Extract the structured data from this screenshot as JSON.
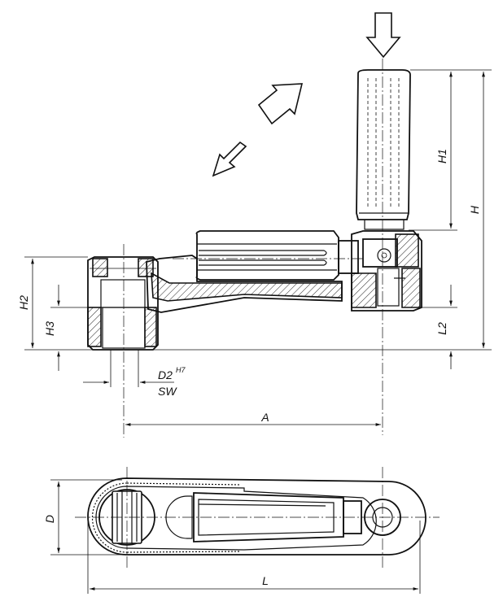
{
  "dimensions": {
    "H": "H",
    "H1": "H1",
    "H2": "H2",
    "H3": "H3",
    "L2": "L2",
    "D2": "D2",
    "D2_tol": "H7",
    "SW": "SW",
    "A": "A",
    "D": "D",
    "L": "L"
  }
}
